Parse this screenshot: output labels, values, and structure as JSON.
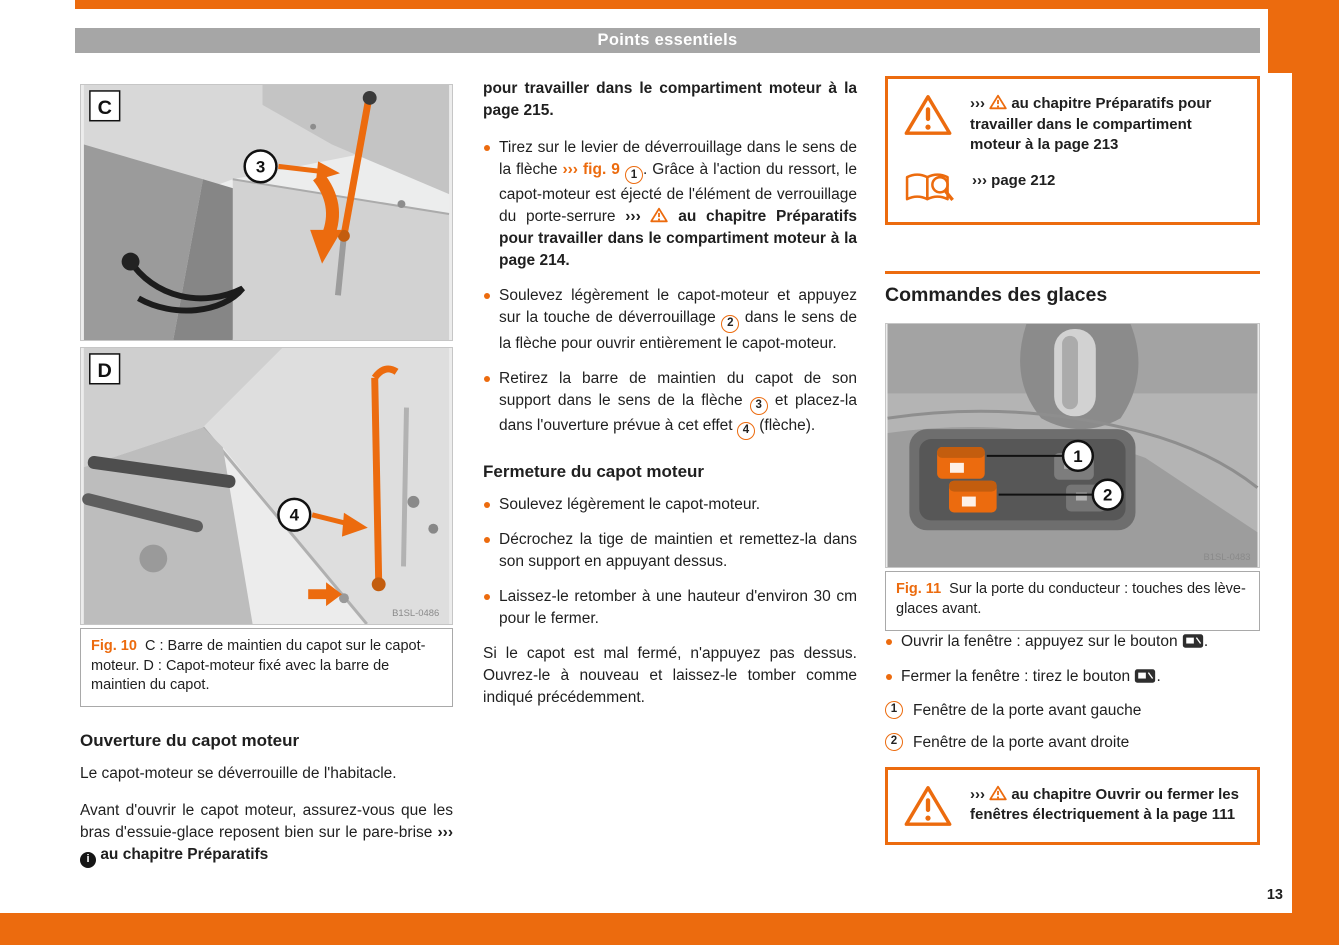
{
  "colors": {
    "accent": "#ec6b0e",
    "header_bg": "#a6a6a6",
    "ink": "#1f1f1f"
  },
  "meta": {
    "header_title": "Points essentiels",
    "page_number": "13"
  },
  "figures": {
    "fig_c": {
      "label": "C",
      "callout": "3"
    },
    "fig_d": {
      "label": "D",
      "callout": "4",
      "watermark": "B1SL-0486"
    },
    "fig10": {
      "label": "Fig. 10",
      "caption": "C : Barre de maintien du capot sur le capot-moteur. D : Capot-moteur fixé avec la barre de maintien du capot."
    },
    "fig11": {
      "label": "Fig. 11",
      "caption": "Sur la porte du conducteur : touches des lève-glaces avant.",
      "watermark": "B1SL-0483",
      "callout1": "1",
      "callout2": "2"
    }
  },
  "left": {
    "heading": "Ouverture du capot moteur",
    "para1": "Le capot-moteur se déverrouille de l'habitacle.",
    "para2": "Avant d'ouvrir le capot moteur, assurez-vous que les bras d'essuie-glace reposent bien sur le pare-brise",
    "para2_arrows": "›››",
    "para2_info_icon": "i",
    "para2_xref": "au chapitre Préparatifs"
  },
  "middle": {
    "intro": "pour travailler dans le compartiment moteur à la page 215.",
    "bullet1": {
      "t1": "Tirez sur le levier de déverrouillage dans le sens de la flèche",
      "arrows1": "›››",
      "figref": "fig. 9",
      "num1": "1",
      "t2": ". Grâce à l'action du ressort, le capot-moteur est éjecté de l'élément de verrouillage du porte-serrure",
      "arrows2": "›››",
      "xref": "au chapitre Préparatifs pour travailler dans le compartiment moteur à la page 214."
    },
    "bullet2": {
      "t1": "Soulevez légèrement le capot-moteur et appuyez sur la touche de déverrouillage",
      "num": "2",
      "t2": "dans le sens de la flèche pour ouvrir entièrement le capot-moteur."
    },
    "bullet3": {
      "t1": "Retirez la barre de maintien du capot de son support dans le sens de la flèche",
      "num1": "3",
      "t2": "et placez-la dans l'ouverture prévue à cet effet",
      "num2": "4",
      "t3": "(flèche)."
    },
    "heading2": "Fermeture du capot moteur",
    "bullet4": "Soulevez légèrement le capot-moteur.",
    "bullet5": "Décrochez la tige de maintien et remettez-la dans son support en appuyant dessus.",
    "bullet6": "Laissez-le retomber à une hauteur d'environ 30 cm pour le fermer.",
    "outro": "Si le capot est mal fermé, n'appuyez pas dessus. Ouvrez-le à nouveau et laissez-le tomber comme indiqué précédemment."
  },
  "right": {
    "info_box": {
      "row1_arrows": "›››",
      "row1_text": "au chapitre Préparatifs pour travailler dans le compartiment moteur à la page 213",
      "row2_arrows": "›››",
      "row2_text": "page 212"
    },
    "section_heading": "Commandes des glaces",
    "bullet1": {
      "t1": "Ouvrir la fenêtre : appuyez sur le bouton",
      "t2": "."
    },
    "bullet2": {
      "t1": "Fermer la fenêtre : tirez le bouton",
      "t2": "."
    },
    "legend": [
      {
        "num": "1",
        "text": "Fenêtre de la porte avant gauche"
      },
      {
        "num": "2",
        "text": "Fenêtre de la porte avant droite"
      }
    ],
    "warn_box": {
      "arrows": "›››",
      "text": "au chapitre Ouvrir ou fermer les fenêtres électriquement à la page 111"
    }
  }
}
